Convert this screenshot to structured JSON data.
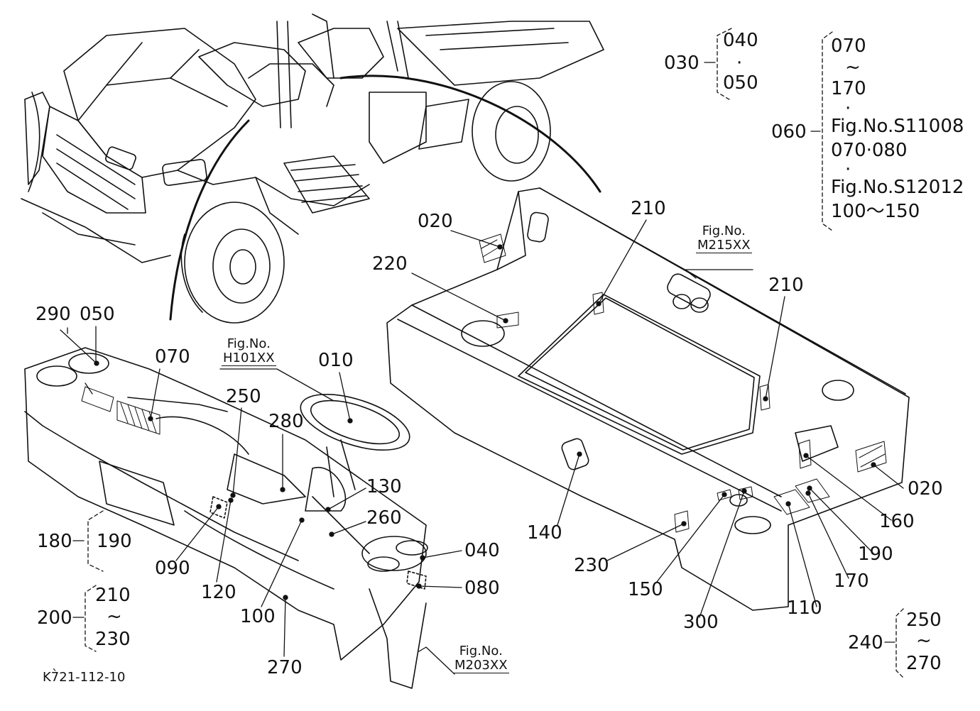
{
  "diagram": {
    "figure_code": "K7̀21-112-10",
    "callouts": {
      "c010": "010",
      "c020a": "020",
      "c020b": "020",
      "c030": "030",
      "c040a": "040",
      "c040b": "040",
      "c050a": "050",
      "c050b": "050",
      "c060": "060",
      "c070a": "070",
      "c070b": "070",
      "c080": "080",
      "c090": "090",
      "c100": "100",
      "c110": "110",
      "c120": "120",
      "c130": "130",
      "c140": "140",
      "c150": "150",
      "c160": "160",
      "c170a": "170",
      "c170b": "170",
      "c180": "180",
      "c190a": "190",
      "c190b": "190",
      "c200": "200",
      "c210a": "210",
      "c210b": "210",
      "c210c": "210",
      "c220": "220",
      "c230a": "230",
      "c230b": "230",
      "c240": "240",
      "c250a": "250",
      "c250b": "250",
      "c260": "260",
      "c270a": "270",
      "c270b": "270",
      "c280": "280",
      "c290": "290",
      "c300": "300"
    },
    "group_060": {
      "range_start": "070",
      "tilde": "~",
      "dot": "·",
      "range_end": "170",
      "fig_s11008": "Fig.No.S11008",
      "items_070_080": "070·080",
      "fig_s12012": "Fig.No.S12012",
      "range_100_150": "100～150"
    },
    "fig_refs": {
      "h101_label": "Fig.No.",
      "h101_code": "H101XX",
      "m215_label": "Fig.No.",
      "m215_code": "M215XX",
      "m203_label": "Fig.No.",
      "m203_code": "M203XX"
    }
  }
}
